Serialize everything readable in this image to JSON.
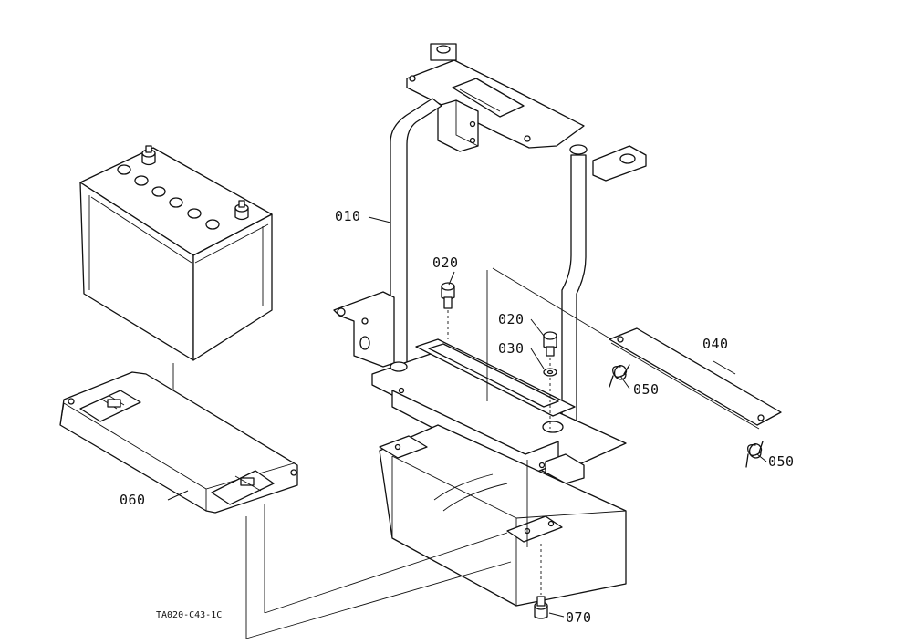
{
  "diagram": {
    "drawing_code": "TA020-C43-1C",
    "callouts": [
      {
        "id": "010",
        "part": "battery-frame"
      },
      {
        "id": "020",
        "part": "bolt-left"
      },
      {
        "id": "020",
        "part": "bolt-right"
      },
      {
        "id": "030",
        "part": "washer"
      },
      {
        "id": "040",
        "part": "cover-plate"
      },
      {
        "id": "050",
        "part": "spring-upper"
      },
      {
        "id": "050",
        "part": "spring-lower"
      },
      {
        "id": "060",
        "part": "battery-tray"
      },
      {
        "id": "070",
        "part": "bottom-bolt"
      }
    ]
  }
}
